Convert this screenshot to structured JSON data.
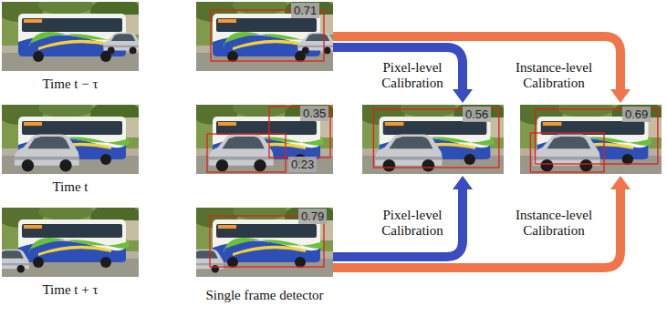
{
  "diagram": {
    "nodes": [
      {
        "text": [
          "Time t − τ"
        ]
      },
      {
        "text": [
          "Time t"
        ]
      },
      {
        "text": [
          "Time t + τ"
        ]
      },
      {
        "text": [
          "0.71"
        ]
      },
      {
        "text": [
          "0.35",
          "0.23"
        ]
      },
      {
        "text": [
          "0.79"
        ]
      },
      {
        "text": [
          "0.56"
        ]
      },
      {
        "text": [
          "0.69"
        ]
      }
    ],
    "edges": [
      {
        "from": 3,
        "to": 6,
        "arrow": "to",
        "label": "Pixel-level Calibration"
      },
      {
        "from": 5,
        "to": 6,
        "arrow": "to",
        "label": "Pixel-level Calibration"
      },
      {
        "from": 3,
        "to": 7,
        "arrow": "to",
        "label": "Instance-level Calibration"
      },
      {
        "from": 5,
        "to": 7,
        "arrow": "to",
        "label": "Instance-level Calibration"
      }
    ],
    "labels": [
      "Single frame detector"
    ]
  }
}
